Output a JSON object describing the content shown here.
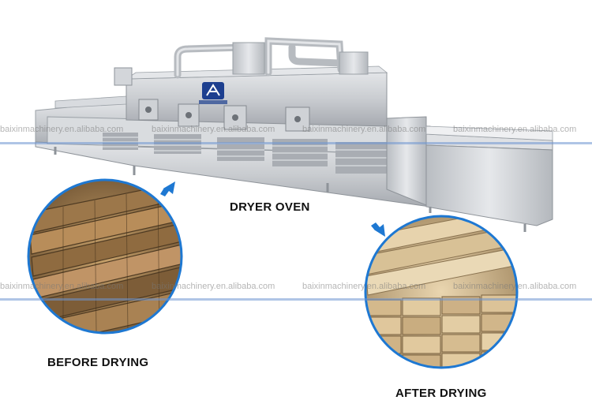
{
  "labels": {
    "dryer_oven": "DRYER OVEN",
    "before_drying": "BEFORE DRYING",
    "after_drying": "AFTER DRYING"
  },
  "watermark": {
    "text": "baixinmachinery.en.alibaba.com"
  },
  "colors": {
    "steel": "#c9ccd0",
    "steel_dark": "#8e9399",
    "arrow_blue": "#1e78d2",
    "band_blue": "#6e96d2",
    "logo_blue": "#1d3f8f",
    "wood_raw": "#b08a55",
    "wood_dry": "#dcc49a"
  }
}
